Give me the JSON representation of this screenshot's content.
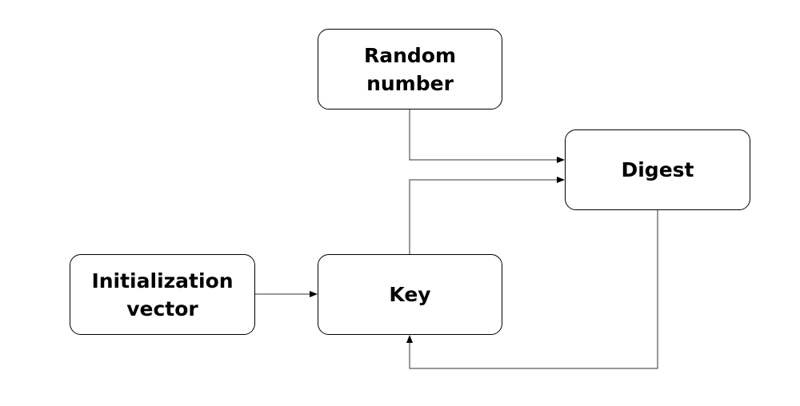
{
  "nodes": {
    "random_number": {
      "label": "Random\nnumber"
    },
    "digest": {
      "label": "Digest"
    },
    "initialization_vector": {
      "label": "Initialization\nvector"
    },
    "key": {
      "label": "Key"
    }
  },
  "edges": [
    {
      "from": "Random number",
      "to": "Digest"
    },
    {
      "from": "Key",
      "to": "Digest"
    },
    {
      "from": "Initialization vector",
      "to": "Key"
    },
    {
      "from": "Digest",
      "to": "Key"
    }
  ],
  "colors": {
    "stroke": "#000000",
    "edge": "#333333",
    "background": "#ffffff"
  }
}
